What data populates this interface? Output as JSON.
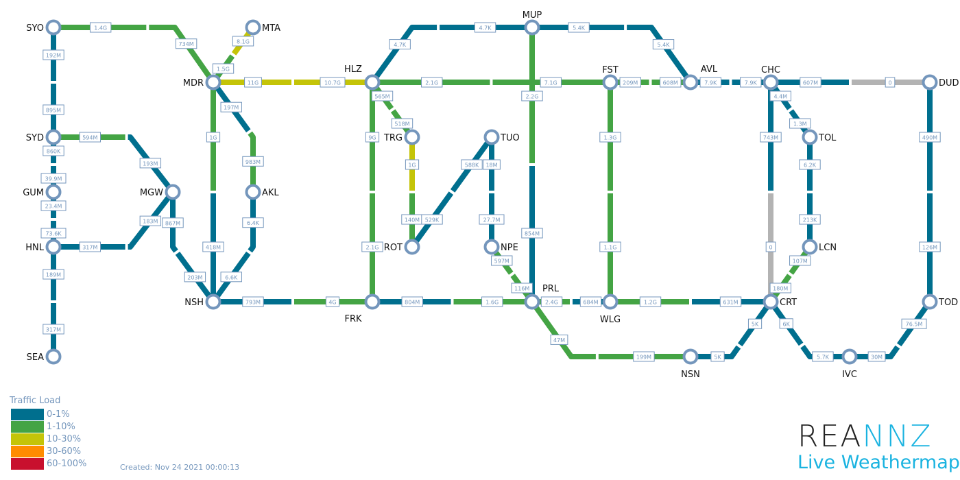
{
  "colors": {
    "blue": "#006f8e",
    "green": "#44a444",
    "yellow": "#c4c408",
    "orange": "#ff8c00",
    "red": "#c8102e",
    "grey": "#b3b3b3",
    "node": "#7496bc"
  },
  "nodes": [
    "SYO",
    "MTA",
    "MDR",
    "HLZ",
    "MUP",
    "FST",
    "AVL",
    "CHC",
    "DUD",
    "SYD",
    "TRG",
    "TUO",
    "TOL",
    "GUM",
    "MGW",
    "AKL",
    "HNL",
    "ROT",
    "NPE",
    "LCN",
    "NSH",
    "FRK",
    "PRL",
    "WLG",
    "CRT",
    "TOD",
    "SEA",
    "NSN",
    "IVC"
  ],
  "links": [
    {
      "from": "SYO",
      "to": "MDR",
      "a": "1.4G",
      "ca": "green",
      "b": "734M",
      "cb": "green"
    },
    {
      "from": "SYO",
      "to": "SYD",
      "a": "192M",
      "ca": "blue",
      "b": "895M",
      "cb": "blue"
    },
    {
      "from": "SYD",
      "to": "GUM",
      "a": "860K",
      "ca": "blue",
      "b": "39.9M",
      "cb": "blue"
    },
    {
      "from": "GUM",
      "to": "HNL",
      "a": "23.4M",
      "ca": "blue",
      "b": "73.6K",
      "cb": "blue"
    },
    {
      "from": "HNL",
      "to": "SEA",
      "a": "189M",
      "ca": "blue",
      "b": "317M",
      "cb": "blue"
    },
    {
      "from": "SYD",
      "to": "MGW",
      "a": "594M",
      "ca": "green",
      "b": "193M",
      "cb": "blue"
    },
    {
      "from": "HNL",
      "to": "MGW",
      "a": "317M",
      "ca": "blue",
      "b": "183M",
      "cb": "blue"
    },
    {
      "from": "MGW",
      "to": "NSH",
      "a": "867M",
      "ca": "blue",
      "b": "203M",
      "cb": "blue"
    },
    {
      "from": "MDR",
      "to": "MTA",
      "a": "1.5G",
      "ca": "green",
      "b": "8.1G",
      "cb": "yellow"
    },
    {
      "from": "MDR",
      "to": "HLZ",
      "a": "11G",
      "ca": "yellow",
      "b": "10.7G",
      "cb": "yellow"
    },
    {
      "from": "MDR",
      "to": "AKL",
      "a": "197M",
      "ca": "blue",
      "b": "983M",
      "cb": "green"
    },
    {
      "from": "MDR",
      "to": "NSH",
      "a": "1G",
      "ca": "green",
      "b": "418M",
      "cb": "blue"
    },
    {
      "from": "AKL",
      "to": "NSH",
      "a": "6.4K",
      "ca": "blue",
      "b": "6.6K",
      "cb": "blue"
    },
    {
      "from": "NSH",
      "to": "FRK",
      "a": "793M",
      "ca": "blue",
      "b": "4G",
      "cb": "green"
    },
    {
      "from": "HLZ",
      "to": "MUP",
      "a": "4.7K",
      "ca": "blue",
      "b": "4.7K",
      "cb": "blue"
    },
    {
      "from": "HLZ",
      "to": "FST",
      "a": "2.1G",
      "ca": "green",
      "b": "7.1G",
      "cb": "green"
    },
    {
      "from": "HLZ",
      "to": "TRG",
      "a": "565M",
      "ca": "green",
      "b": "518M",
      "cb": "green"
    },
    {
      "from": "HLZ",
      "to": "FRK",
      "a": "9G",
      "ca": "green",
      "b": "2.1G",
      "cb": "green"
    },
    {
      "from": "TRG",
      "to": "ROT",
      "a": "1G",
      "ca": "yellow",
      "b": "140M",
      "cb": "green"
    },
    {
      "from": "TUO",
      "to": "ROT",
      "a": "588K",
      "ca": "blue",
      "b": "529K",
      "cb": "blue"
    },
    {
      "from": "TUO",
      "to": "NPE",
      "a": "18M",
      "ca": "blue",
      "b": "27.7M",
      "cb": "blue"
    },
    {
      "from": "NPE",
      "to": "PRL",
      "a": "597M",
      "ca": "green",
      "b": "116M",
      "cb": "green"
    },
    {
      "from": "MUP",
      "to": "PRL",
      "a": "2.2G",
      "ca": "green",
      "b": "854M",
      "cb": "blue"
    },
    {
      "from": "MUP",
      "to": "AVL",
      "a": "5.4K",
      "ca": "blue",
      "b": "5.4K",
      "cb": "blue"
    },
    {
      "from": "FRK",
      "to": "PRL",
      "a": "804M",
      "ca": "blue",
      "b": "1.6G",
      "cb": "green"
    },
    {
      "from": "PRL",
      "to": "WLG",
      "a": "2.4G",
      "ca": "green",
      "b": "684M",
      "cb": "blue"
    },
    {
      "from": "PRL",
      "to": "NSN",
      "a": "47M",
      "ca": "green",
      "b": "199M",
      "cb": "green"
    },
    {
      "from": "FST",
      "to": "AVL",
      "a": "209M",
      "ca": "green",
      "b": "608M",
      "cb": "green"
    },
    {
      "from": "FST",
      "to": "WLG",
      "a": "1.3G",
      "ca": "green",
      "b": "1.1G",
      "cb": "green"
    },
    {
      "from": "AVL",
      "to": "CHC",
      "a": "7.9K",
      "ca": "blue",
      "b": "7.9K",
      "cb": "blue"
    },
    {
      "from": "CHC",
      "to": "DUD",
      "a": "607M",
      "ca": "blue",
      "b": "0",
      "cb": "grey"
    },
    {
      "from": "CHC",
      "to": "TOL",
      "a": "4.4M",
      "ca": "blue",
      "b": "1.3M",
      "cb": "blue"
    },
    {
      "from": "CHC",
      "to": "CRT",
      "a": "743M",
      "ca": "blue",
      "b": "0",
      "cb": "grey"
    },
    {
      "from": "TOL",
      "to": "LCN",
      "a": "6.2K",
      "ca": "blue",
      "b": "213K",
      "cb": "blue"
    },
    {
      "from": "LCN",
      "to": "CRT",
      "a": "107M",
      "ca": "green",
      "b": "180M",
      "cb": "green"
    },
    {
      "from": "DUD",
      "to": "TOD",
      "a": "490M",
      "ca": "blue",
      "b": "126M",
      "cb": "blue"
    },
    {
      "from": "WLG",
      "to": "CRT",
      "a": "1.2G",
      "ca": "green",
      "b": "631M",
      "cb": "blue"
    },
    {
      "from": "CRT",
      "to": "NSN",
      "a": "5K",
      "ca": "blue",
      "b": "5K",
      "cb": "blue"
    },
    {
      "from": "CRT",
      "to": "IVC",
      "a": "6K",
      "ca": "blue",
      "b": "5.7K",
      "cb": "blue"
    },
    {
      "from": "IVC",
      "to": "TOD",
      "a": "30M",
      "ca": "blue",
      "b": "76.5M",
      "cb": "blue"
    }
  ],
  "legend": {
    "title": "Traffic Load",
    "items": [
      {
        "label": "0-1%",
        "color": "#006f8e"
      },
      {
        "label": "1-10%",
        "color": "#44a444"
      },
      {
        "label": "10-30%",
        "color": "#c4c408"
      },
      {
        "label": "30-60%",
        "color": "#ff8c00"
      },
      {
        "label": "60-100%",
        "color": "#c8102e"
      }
    ]
  },
  "created": "Created: Nov 24 2021 00:00:13",
  "logo": {
    "brand_dark": "REA",
    "brand_cyan": "NNZ",
    "subtitle": "Live Weathermap"
  }
}
